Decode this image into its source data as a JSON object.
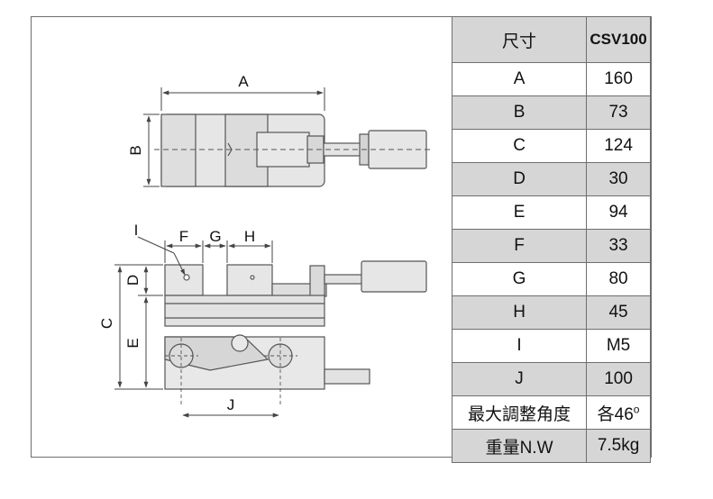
{
  "table": {
    "header": {
      "label": "尺寸",
      "model": "CSV100"
    },
    "rows": [
      {
        "label": "A",
        "value": "160"
      },
      {
        "label": "B",
        "value": "73"
      },
      {
        "label": "C",
        "value": "124"
      },
      {
        "label": "D",
        "value": "30"
      },
      {
        "label": "E",
        "value": "94"
      },
      {
        "label": "F",
        "value": "33"
      },
      {
        "label": "G",
        "value": "80"
      },
      {
        "label": "H",
        "value": "45"
      },
      {
        "label": "I",
        "value": "M5"
      },
      {
        "label": "J",
        "value": "100"
      }
    ],
    "angle": {
      "label": "最大調整角度",
      "value_prefix": "各46",
      "value_degree": "o"
    },
    "weight": {
      "label": "重量N.W",
      "value": "7.5kg"
    }
  },
  "diagram": {
    "labels": {
      "A": "A",
      "B": "B",
      "C": "C",
      "D": "D",
      "E": "E",
      "F": "F",
      "G": "G",
      "H": "H",
      "I": "I",
      "J": "J"
    },
    "colors": {
      "line": "#555555",
      "fill": "#e4e4e4",
      "fill_dark": "#cfcfcf",
      "shade": "#d6d6d6",
      "border": "#6e6e6e"
    }
  }
}
